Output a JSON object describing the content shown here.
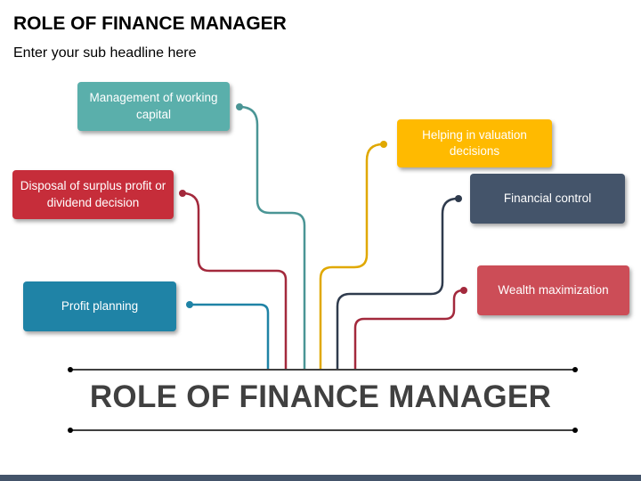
{
  "header": {
    "title": "ROLE OF FINANCE MANAGER",
    "subtitle": "Enter your sub headline here"
  },
  "diagram": {
    "headline": "ROLE OF FINANCE MANAGER",
    "items": [
      {
        "id": "working-capital",
        "text": "Management of working capital",
        "color": "#5aafab"
      },
      {
        "id": "surplus-profit",
        "text": "Disposal of surplus profit or dividend decision",
        "color": "#c62d3a"
      },
      {
        "id": "profit-planning",
        "text": "Profit planning",
        "color": "#1f83a6"
      },
      {
        "id": "valuation",
        "text": "Helping in valuation decisions",
        "color": "#ffba00"
      },
      {
        "id": "financial-control",
        "text": "Financial control",
        "color": "#44546a"
      },
      {
        "id": "wealth",
        "text": "Wealth maximization",
        "color": "#cc4d57"
      }
    ]
  }
}
